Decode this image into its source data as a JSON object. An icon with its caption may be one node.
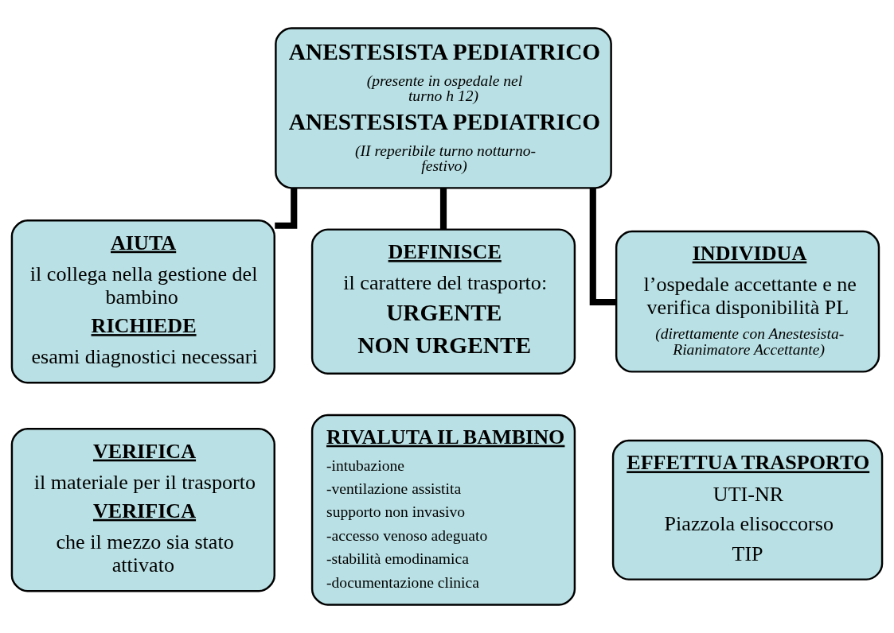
{
  "diagram": {
    "nodes": [
      {
        "text": [
          "ANESTESISTA PEDIATRICO",
          "(presente in ospedale nel turno h 12)",
          "ANESTESISTA PEDIATRICO",
          "(II reperibile turno notturno-festivo)"
        ]
      },
      {
        "text": [
          "AIUTA",
          "il collega nella gestione del bambino",
          "RICHIEDE",
          "esami diagnostici necessari"
        ]
      },
      {
        "text": [
          "DEFINISCE",
          "il carattere del trasporto:",
          "URGENTE",
          "NON URGENTE"
        ]
      },
      {
        "text": [
          "INDIVIDUA",
          "l’ospedale accettante e ne verifica disponibilità PL",
          "(direttamente con Anestesista-Rianimatore Accettante)"
        ]
      },
      {
        "text": [
          "VERIFICA",
          "il materiale per il trasporto",
          "VERIFICA",
          "che il mezzo sia stato attivato"
        ]
      },
      {
        "text": [
          "RIVALUTA IL BAMBINO",
          "-intubazione",
          "-ventilazione assistita supporto non invasivo",
          "-accesso venoso adeguato",
          "-stabilità emodinamica",
          "-documentazione clinica"
        ]
      },
      {
        "text": [
          "EFFETTUA TRASPORTO",
          "UTI-NR",
          "Piazzola elisoccorso",
          "TIP"
        ]
      }
    ],
    "edges": [
      {
        "from": 0,
        "to": 1,
        "arrow": "none"
      },
      {
        "from": 0,
        "to": 2,
        "arrow": "none"
      },
      {
        "from": 0,
        "to": 3,
        "arrow": "none"
      }
    ]
  }
}
